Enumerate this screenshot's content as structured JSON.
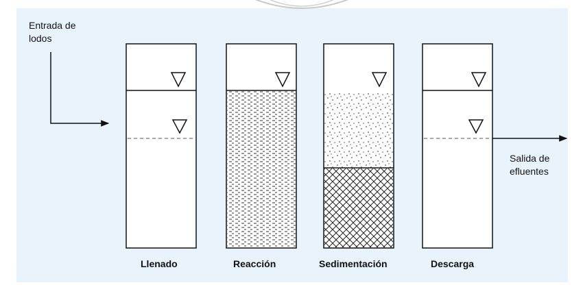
{
  "inlet_label_line1": "Entrada de",
  "inlet_label_line2": "lodos",
  "outlet_label_line1": "Salida de",
  "outlet_label_line2": "efluentes",
  "stages": [
    {
      "name": "Llenado"
    },
    {
      "name": "Reacción"
    },
    {
      "name": "Sedimentación"
    },
    {
      "name": "Descarga"
    }
  ],
  "colors": {
    "panel": "#e9f3fb",
    "line": "#111111",
    "watermark": "#b8b8b8"
  }
}
